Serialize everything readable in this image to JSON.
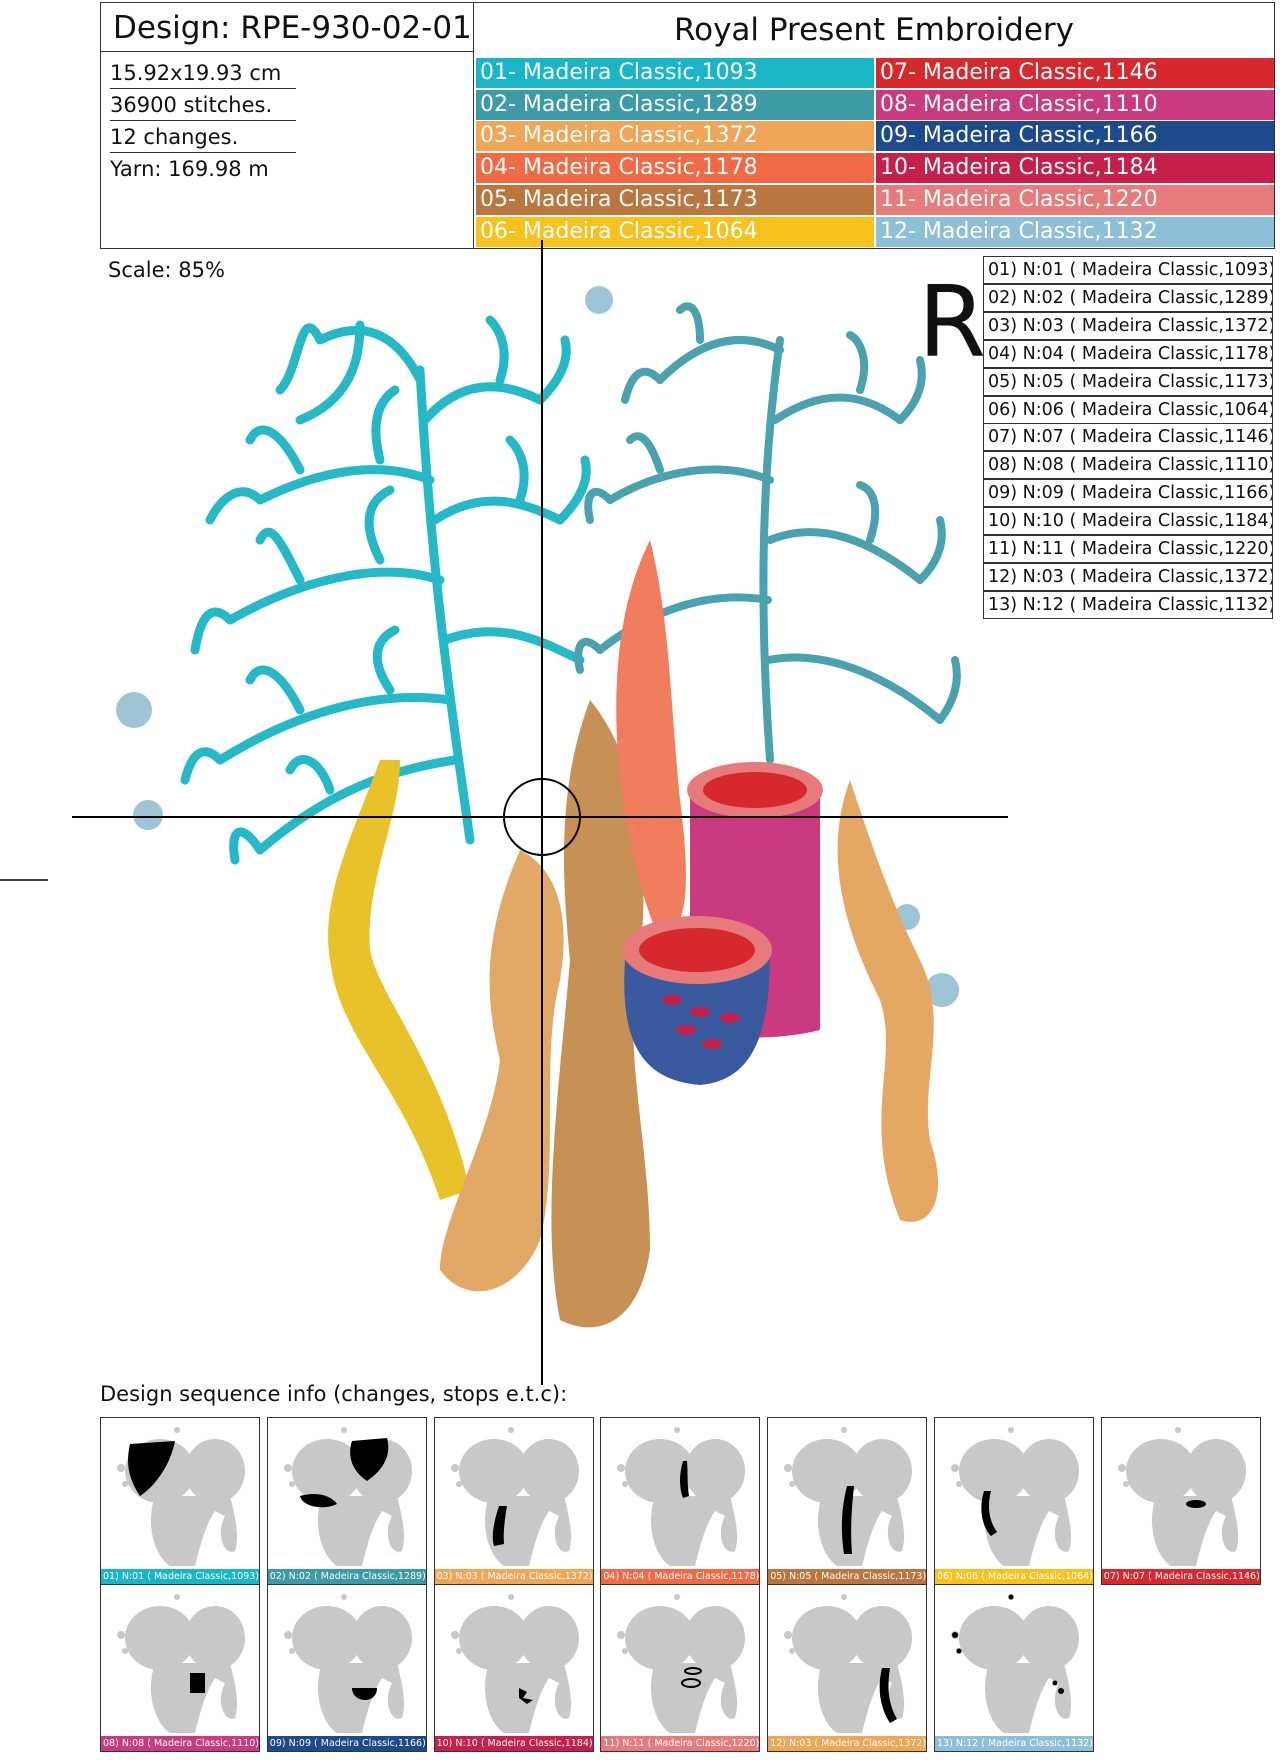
{
  "header": {
    "design_title": "Design: RPE-930-02-01",
    "brand": "Royal Present Embroidery",
    "size": "15.92x19.93 cm",
    "stitches": "36900 stitches.",
    "changes": "12 changes.",
    "yarn": "Yarn: 169.98 m"
  },
  "scale_label": "Scale: 85%",
  "rotation_letter": "R",
  "threads": [
    {
      "label": "01- Madeira Classic,1093",
      "color": "#1bb5c8"
    },
    {
      "label": "02- Madeira Classic,1289",
      "color": "#3d9aa7"
    },
    {
      "label": "03- Madeira Classic,1372",
      "color": "#efa656"
    },
    {
      "label": "04- Madeira Classic,1178",
      "color": "#f26a45"
    },
    {
      "label": "05- Madeira Classic,1173",
      "color": "#b9773f"
    },
    {
      "label": "06- Madeira Classic,1064",
      "color": "#f7c21e"
    },
    {
      "label": "07- Madeira Classic,1146",
      "color": "#d7282d"
    },
    {
      "label": "08- Madeira Classic,1110",
      "color": "#c93a7e"
    },
    {
      "label": "09- Madeira Classic,1166",
      "color": "#1d4a8c"
    },
    {
      "label": "10- Madeira Classic,1184",
      "color": "#c51f4a"
    },
    {
      "label": "11- Madeira Classic,1220",
      "color": "#e77b7b"
    },
    {
      "label": "12- Madeira Classic,1132",
      "color": "#8dbfd8"
    }
  ],
  "stops": [
    "01) N:01 ( Madeira Classic,1093)",
    "02) N:02 ( Madeira Classic,1289)",
    "03) N:03 ( Madeira Classic,1372)",
    "04) N:04 ( Madeira Classic,1178)",
    "05) N:05 ( Madeira Classic,1173)",
    "06) N:06 ( Madeira Classic,1064)",
    "07) N:07 ( Madeira Classic,1146)",
    "08) N:08 ( Madeira Classic,1110)",
    "09) N:09 ( Madeira Classic,1166)",
    "10) N:10 ( Madeira Classic,1184)",
    "11) N:11 ( Madeira Classic,1220)",
    "12) N:03 ( Madeira Classic,1372)",
    "13) N:12 ( Madeira Classic,1132)"
  ],
  "sequence_title": "Design sequence info (changes, stops e.t.c):",
  "sequence": [
    {
      "caption": "01) N:01 ( Madeira Classic,1093)",
      "color": "#1bb5c8",
      "highlight": "left-coral"
    },
    {
      "caption": "02) N:02 ( Madeira Classic,1289)",
      "color": "#3d9aa7",
      "highlight": "right-coral"
    },
    {
      "caption": "03) N:03 ( Madeira Classic,1372)",
      "color": "#efa656",
      "highlight": "tube-a"
    },
    {
      "caption": "04) N:04 ( Madeira Classic,1178)",
      "color": "#f26a45",
      "highlight": "tube-b"
    },
    {
      "caption": "05) N:05 ( Madeira Classic,1173)",
      "color": "#b9773f",
      "highlight": "tube-c"
    },
    {
      "caption": "06) N:06 ( Madeira Classic,1064)",
      "color": "#f7c21e",
      "highlight": "tube-d"
    },
    {
      "caption": "07) N:07 ( Madeira Classic,1146)",
      "color": "#d7282d",
      "highlight": "cup-rim"
    },
    {
      "caption": "08) N:08 ( Madeira Classic,1110)",
      "color": "#c93a7e",
      "highlight": "cup-pink"
    },
    {
      "caption": "09) N:09 ( Madeira Classic,1166)",
      "color": "#1d4a8c",
      "highlight": "cup-blue"
    },
    {
      "caption": "10) N:10 ( Madeira Classic,1184)",
      "color": "#c51f4a",
      "highlight": "spots"
    },
    {
      "caption": "11) N:11 ( Madeira Classic,1220)",
      "color": "#e77b7b",
      "highlight": "rings"
    },
    {
      "caption": "12) N:03 ( Madeira Classic,1372)",
      "color": "#efa656",
      "highlight": "tube-e"
    },
    {
      "caption": "13) N:12 ( Madeira Classic,1132)",
      "color": "#8dbfd8",
      "highlight": "bubbles"
    }
  ]
}
